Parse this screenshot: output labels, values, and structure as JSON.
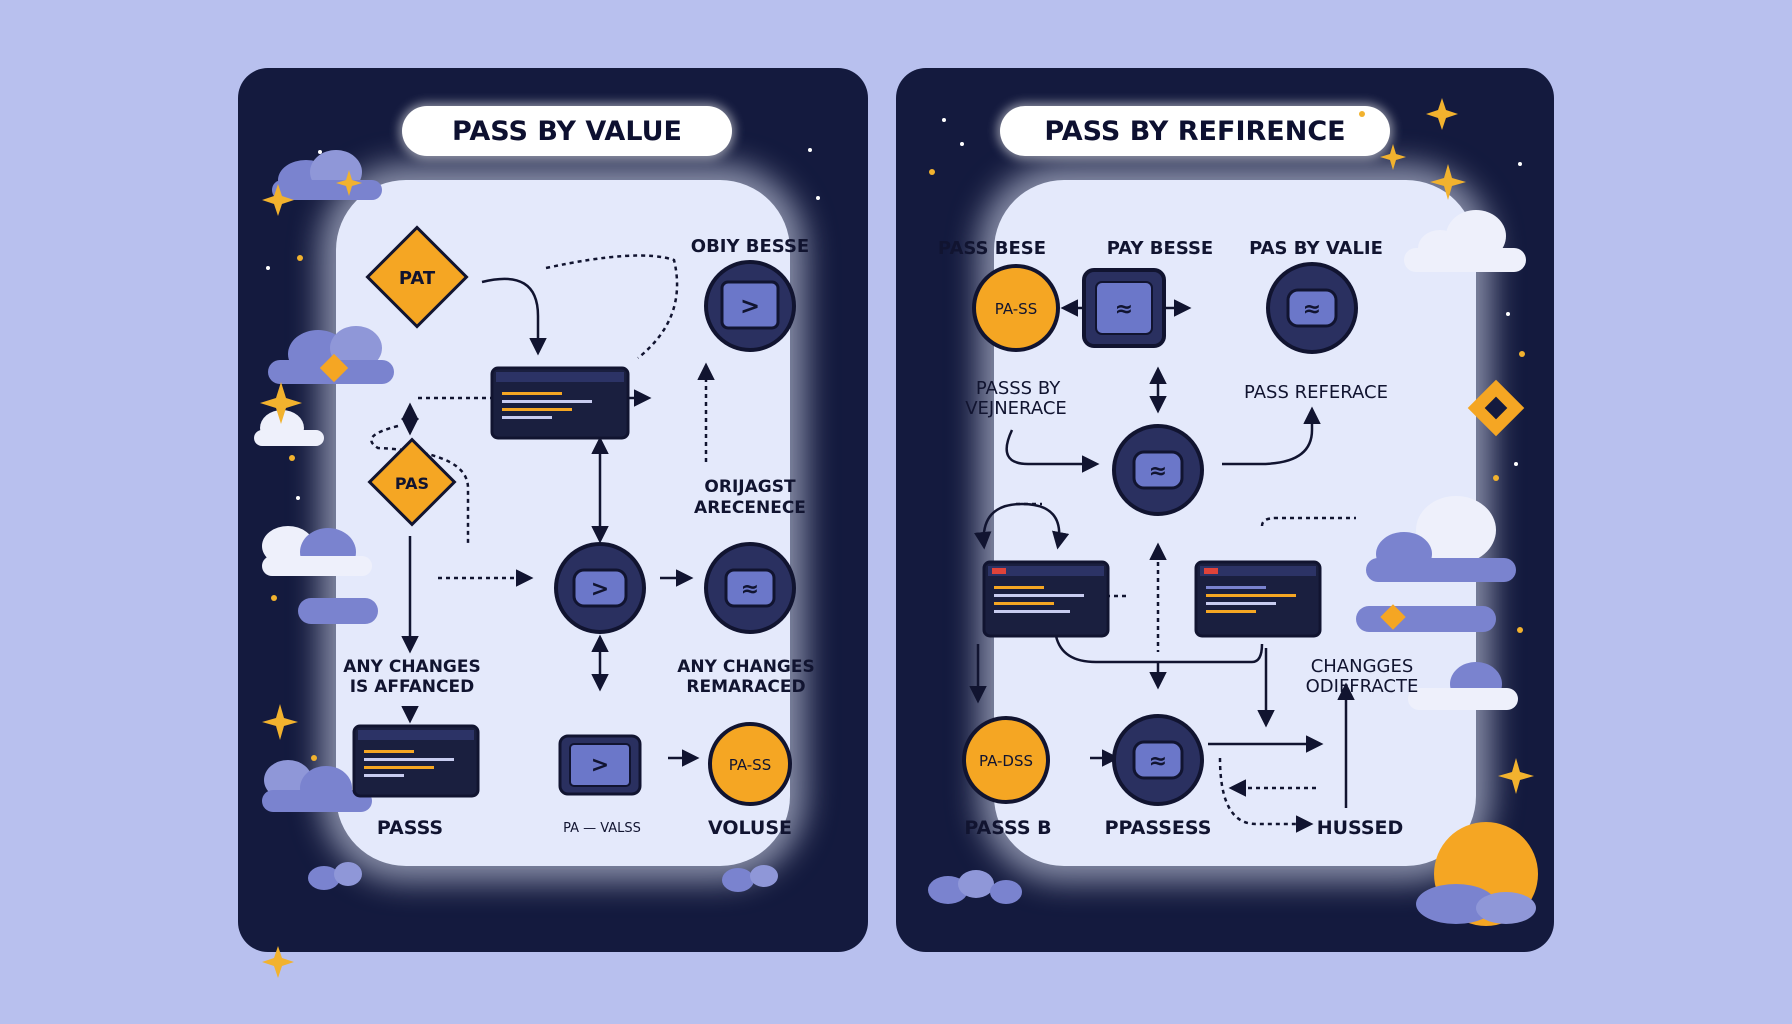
{
  "colors": {
    "background": "#b8c0ee",
    "panel": "#141a3e",
    "inner": "#e4e9fb",
    "accent_orange": "#f5a623",
    "node_blue": "#6b77c9",
    "sparkle": "#f2b22e",
    "cloud": "#7a83cf"
  },
  "left": {
    "title": "PASS BY VALUE",
    "labels": {
      "top_right": "OBIY BESSE",
      "diamond_top": "PAT",
      "diamond_mid": "PAS",
      "note_right_1": "ORIJAGST",
      "note_right_2": "ARECENECE",
      "note_left_1": "ANY CHANGES",
      "note_left_2": "IS AFFANCED",
      "note_right_b1": "ANY CHANGES",
      "note_right_b2": "REMARACED",
      "pass_circle": "PA-SS",
      "bottom_1": "PASSS",
      "bottom_2": "PA — VALSS",
      "bottom_3": "VOLUSE",
      "symbol": ">"
    }
  },
  "right": {
    "title": "PASS BY REFIRENCE",
    "labels": {
      "head_1": "PASS BESE",
      "head_2": "PAY BESSE",
      "head_3": "PAS BY VALIE",
      "pass_circle_top": "PA-SS",
      "note_left_1": "PASSS BY",
      "note_left_2": "VEJNERACE",
      "note_right": "PASS REFERACE",
      "changes_1": "CHANGGES",
      "changes_2": "ODIFFRACTE",
      "pass_circle_bottom": "PA-DSS",
      "bottom_1": "PASSS B",
      "bottom_2": "PPASSESS",
      "bottom_3": "HUSSED",
      "symbol": "≈"
    }
  }
}
